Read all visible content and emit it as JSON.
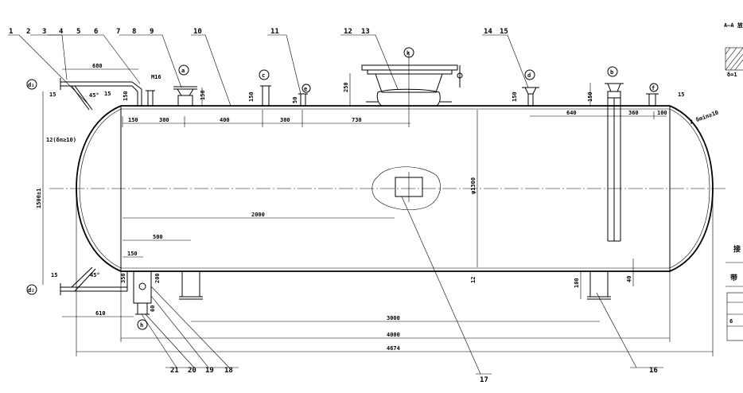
{
  "part_numbers": {
    "p1": "1",
    "p2": "2",
    "p3": "3",
    "p4": "4",
    "p5": "5",
    "p6": "6",
    "p7": "7",
    "p8": "8",
    "p9": "9",
    "p10": "10",
    "p11": "11",
    "p12": "12",
    "p13": "13",
    "p14": "14",
    "p15": "15",
    "p16": "16",
    "p17": "17",
    "p18": "18",
    "p19": "19",
    "p20": "20",
    "p21": "21"
  },
  "nozzle_marks": {
    "a": "a",
    "c": "c",
    "e": "e",
    "k": "k",
    "d": "d",
    "b": "b",
    "f": "f",
    "d1": "d₁",
    "d2": "d₂",
    "h": "h"
  },
  "dimensions": {
    "d680": "680",
    "d15a": "15",
    "d45a": "45°",
    "dM16": "M16",
    "d150n1": "150",
    "d150n2": "150",
    "d150n3": "150",
    "d150n4": "150",
    "d150n5": "150",
    "d50": "50",
    "d250": "250",
    "d15b": "15",
    "d150h": "150",
    "d300a": "300",
    "d400": "400",
    "d300b": "300",
    "d730": "730",
    "d640": "640",
    "d360": "360",
    "d100": "100",
    "d15c": "15",
    "head_thk": "12(δn≥10)",
    "head_r": "2 δmin≥10",
    "d1500": "1500±1",
    "d1200": "φ1300",
    "d2000": "2000",
    "d500": "500",
    "d12": "12",
    "d150b": "150",
    "d15d": "15",
    "d45b": "45°",
    "d350": "350",
    "d200": "200",
    "d610": "610",
    "d60": "60",
    "d100b": "100",
    "d40": "40",
    "d3000": "3000",
    "d4000": "4000",
    "d4674": "4674"
  },
  "side_notes": {
    "view_title": "A—A 放",
    "note1": "δ=1",
    "note2": "接",
    "note3": "带",
    "note4": "6"
  }
}
